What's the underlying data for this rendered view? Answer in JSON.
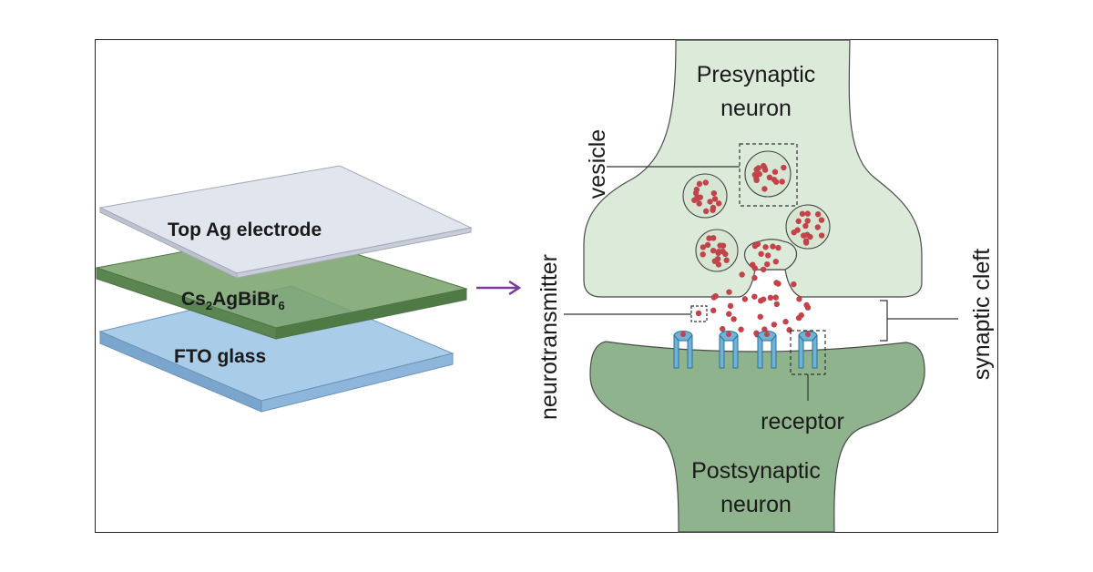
{
  "device": {
    "top_layer": "Top Ag electrode",
    "middle_layer": {
      "base": "Cs",
      "sub1": "2",
      "mid": "AgBiBr",
      "sub2": "6"
    },
    "bottom_layer": "FTO glass"
  },
  "synapse": {
    "presynaptic_line1": "Presynaptic",
    "presynaptic_line2": "neuron",
    "postsynaptic_line1": "Postsynaptic",
    "postsynaptic_line2": "neuron",
    "vesicle": "vesicle",
    "neurotransmitter": "neurotransmitter",
    "receptor": "receptor",
    "synaptic_cleft": "synaptic cleft"
  },
  "colors": {
    "top_layer": "#dfe3ec",
    "middle_layer": "#6f9a62",
    "bottom_layer": "#9cc3e3",
    "presynaptic": "#dcebd9",
    "postsynaptic": "#8fb38c",
    "dot": "#c2434a",
    "receptor": "#6fb3d8",
    "arrow": "#7b3b9a"
  }
}
